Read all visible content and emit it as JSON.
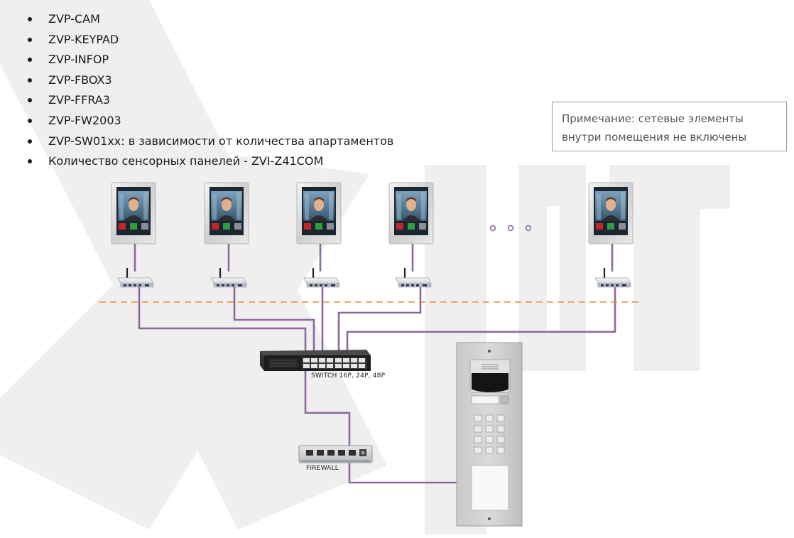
{
  "bullet_items": [
    "ZVP-CAM",
    "ZVP-KEYPAD",
    "ZVP-INFOP",
    "ZVP-FBOX3",
    "ZVP-FFRA3",
    "ZVP-FW2003",
    "ZVP-SW01xx: в зависимости от количества апартаментов",
    "Количество сенсорных панелей - ZVI-Z41COM"
  ],
  "note": {
    "line1": "Примечание: сетевые элементы",
    "line2": "внутри помещения не включены"
  },
  "devices": {
    "switch_label": "SWITCH 16P, 24P, 48P",
    "firewall_label": "FIREWALL"
  },
  "colors": {
    "cable": "#8b6a9b",
    "dashed_line": "#ee8a3a",
    "watermark": "#efefef",
    "text": "#1a1a1a"
  }
}
